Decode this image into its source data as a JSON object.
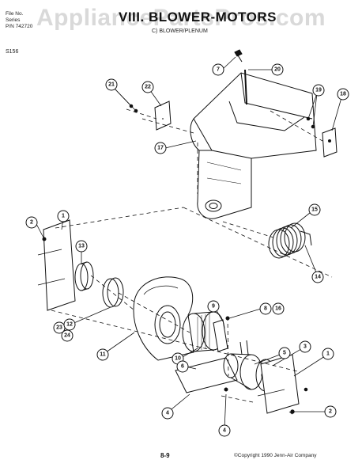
{
  "watermark": "AppliancePartsPros.com",
  "header": {
    "line1": "File No.",
    "line2": "Series",
    "line3": "P/N 742720",
    "section_title": "VIII. BLOWER-MOTORS",
    "subsection": "C) BLOWER/PLENUM"
  },
  "model": "S156",
  "footer": {
    "page": "8-9",
    "copyright": "©Copyright 1990 Jenn-Air Company"
  },
  "callouts": [
    {
      "id": "c7",
      "label": "7"
    },
    {
      "id": "c20",
      "label": "20"
    },
    {
      "id": "c21",
      "label": "21"
    },
    {
      "id": "c22",
      "label": "22"
    },
    {
      "id": "c19",
      "label": "19"
    },
    {
      "id": "c18",
      "label": "18"
    },
    {
      "id": "c17",
      "label": "17"
    },
    {
      "id": "c15",
      "label": "15"
    },
    {
      "id": "c14",
      "label": "14"
    },
    {
      "id": "c2a",
      "label": "2"
    },
    {
      "id": "c1a",
      "label": "1"
    },
    {
      "id": "c13",
      "label": "13"
    },
    {
      "id": "c23",
      "label": "23"
    },
    {
      "id": "c12",
      "label": "12"
    },
    {
      "id": "c24",
      "label": "24"
    },
    {
      "id": "c11",
      "label": "11"
    },
    {
      "id": "c9",
      "label": "9"
    },
    {
      "id": "c8",
      "label": "8"
    },
    {
      "id": "c16",
      "label": "16"
    },
    {
      "id": "c10",
      "label": "10"
    },
    {
      "id": "c6",
      "label": "6"
    },
    {
      "id": "c5",
      "label": "5"
    },
    {
      "id": "c3",
      "label": "3"
    },
    {
      "id": "c1b",
      "label": "1"
    },
    {
      "id": "c4a",
      "label": "4"
    },
    {
      "id": "c2b",
      "label": "2"
    },
    {
      "id": "c4b",
      "label": "4"
    }
  ]
}
